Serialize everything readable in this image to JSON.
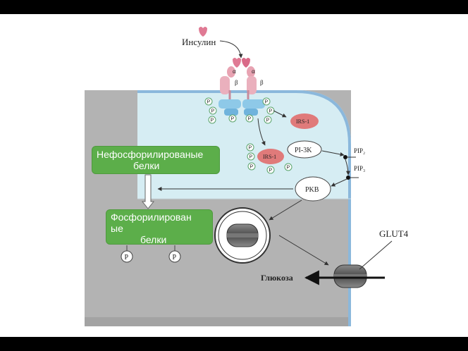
{
  "insulin_label": "Инсулин",
  "receptor": {
    "alpha": "α",
    "beta": "β",
    "phospho": "P"
  },
  "irs1_upper": "IRS-1",
  "irs1_lower": "IRS-1",
  "pi3k": "PI-3K",
  "pip2": "PIP₂",
  "pip3": "PIP₃",
  "pkb": "PKB",
  "glut4": "GLUT4",
  "glucose": "Глюкоза",
  "unphosph_box": {
    "line1": "Нефосфорилированые",
    "line2": "белки"
  },
  "phosph_box": {
    "line1": "Фосфорилирован",
    "line2": "ые",
    "line3": "белки"
  },
  "phospho_badge": "P",
  "colors": {
    "cytoplasm_gray": "#b3b3b3",
    "cell_blue": "#d6edf3",
    "membrane_blue": "#8bb8dc",
    "green_box": "#5cae4a",
    "irs_red": "#e07a7a",
    "receptor_pink": "#e8a3b2",
    "receptor_blue": "#8ec9e8"
  }
}
